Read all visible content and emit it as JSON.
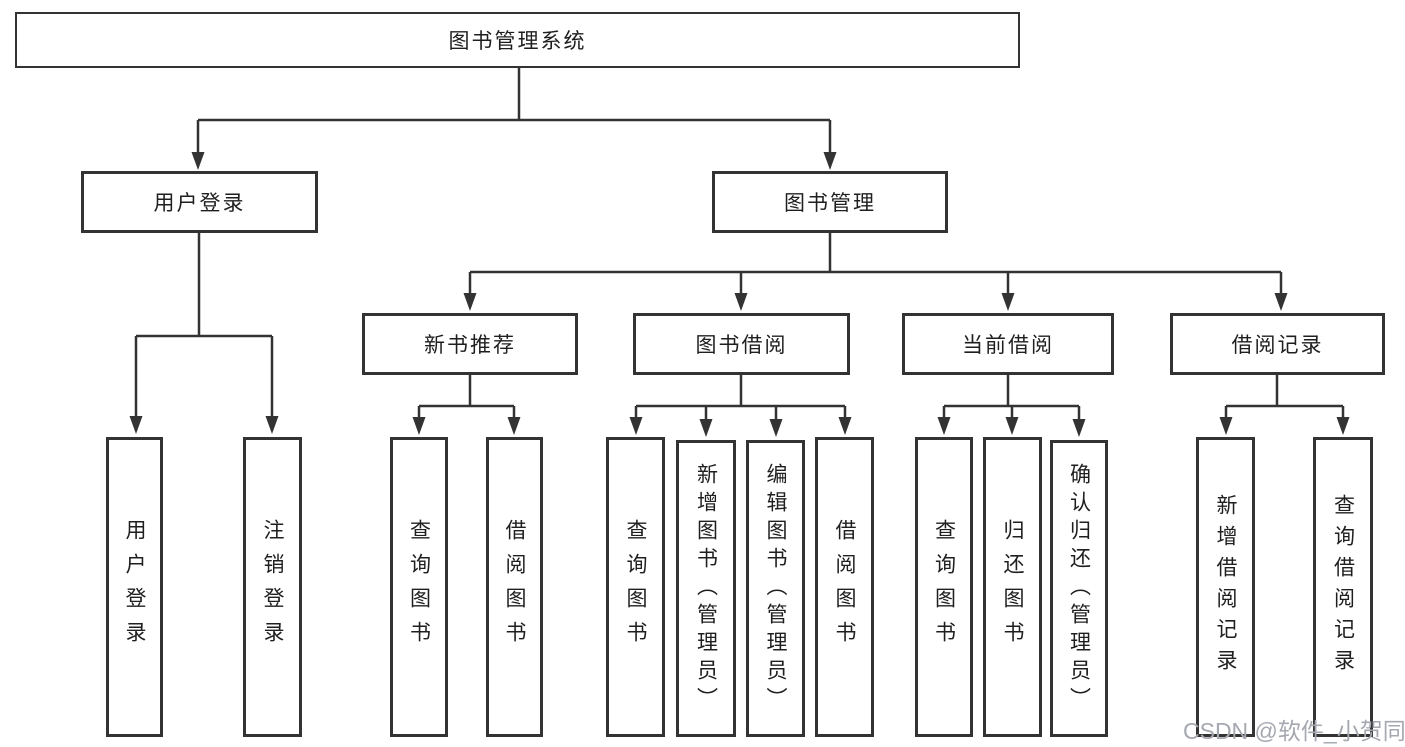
{
  "nodes": {
    "root": "图书管理系统",
    "user_login": "用户登录",
    "book_management": "图书管理",
    "new_book_recommend": "新书推荐",
    "book_borrow": "图书借阅",
    "current_borrow": "当前借阅",
    "borrow_records": "借阅记录",
    "leaf_user_login": "用户登录",
    "leaf_logout": "注销登录",
    "leaf_newbook_query": "查询图书",
    "leaf_newbook_borrow": "借阅图书",
    "leaf_borrow_query": "查询图书",
    "leaf_borrow_add": "新增图书（管理员）",
    "leaf_borrow_edit": "编辑图书（管理员）",
    "leaf_borrow_borrow": "借阅图书",
    "leaf_current_query": "查询图书",
    "leaf_current_return": "归还图书",
    "leaf_current_confirm": "确认归还（管理员）",
    "leaf_records_add": "新增借阅记录",
    "leaf_records_query": "查询借阅记录"
  },
  "edges": [
    {
      "from": "图书管理系统",
      "to": "用户登录"
    },
    {
      "from": "图书管理系统",
      "to": "图书管理"
    },
    {
      "from": "用户登录",
      "to": "用户登录"
    },
    {
      "from": "用户登录",
      "to": "注销登录"
    },
    {
      "from": "图书管理",
      "to": "新书推荐"
    },
    {
      "from": "图书管理",
      "to": "图书借阅"
    },
    {
      "from": "图书管理",
      "to": "当前借阅"
    },
    {
      "from": "图书管理",
      "to": "借阅记录"
    },
    {
      "from": "新书推荐",
      "to": "查询图书"
    },
    {
      "from": "新书推荐",
      "to": "借阅图书"
    },
    {
      "from": "图书借阅",
      "to": "查询图书"
    },
    {
      "from": "图书借阅",
      "to": "新增图书（管理员）"
    },
    {
      "from": "图书借阅",
      "to": "编辑图书（管理员）"
    },
    {
      "from": "图书借阅",
      "to": "借阅图书"
    },
    {
      "from": "当前借阅",
      "to": "查询图书"
    },
    {
      "from": "当前借阅",
      "to": "归还图书"
    },
    {
      "from": "当前借阅",
      "to": "确认归还（管理员）"
    },
    {
      "from": "借阅记录",
      "to": "新增借阅记录"
    },
    {
      "from": "借阅记录",
      "to": "查询借阅记录"
    }
  ],
  "watermark": "CSDN @软件_小贺同学",
  "colors": {
    "background": "#ffffff",
    "line": "#333333",
    "text": "#1f1f1f",
    "watermark": "#a5a8b0"
  }
}
